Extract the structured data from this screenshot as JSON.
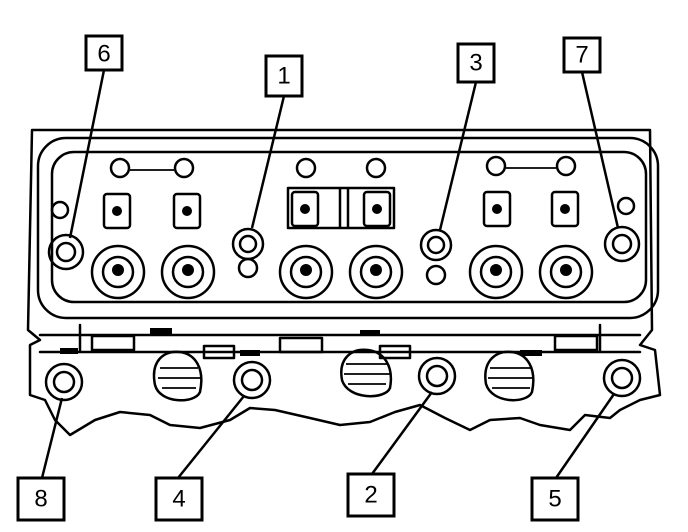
{
  "diagram": {
    "colors": {
      "ink": "#000000",
      "paper": "#ffffff"
    },
    "callouts": [
      {
        "id": "c6",
        "label": "6"
      },
      {
        "id": "c1",
        "label": "1"
      },
      {
        "id": "c3",
        "label": "3"
      },
      {
        "id": "c7",
        "label": "7"
      },
      {
        "id": "c8",
        "label": "8"
      },
      {
        "id": "c4",
        "label": "4"
      },
      {
        "id": "c2",
        "label": "2"
      },
      {
        "id": "c5",
        "label": "5"
      }
    ]
  }
}
